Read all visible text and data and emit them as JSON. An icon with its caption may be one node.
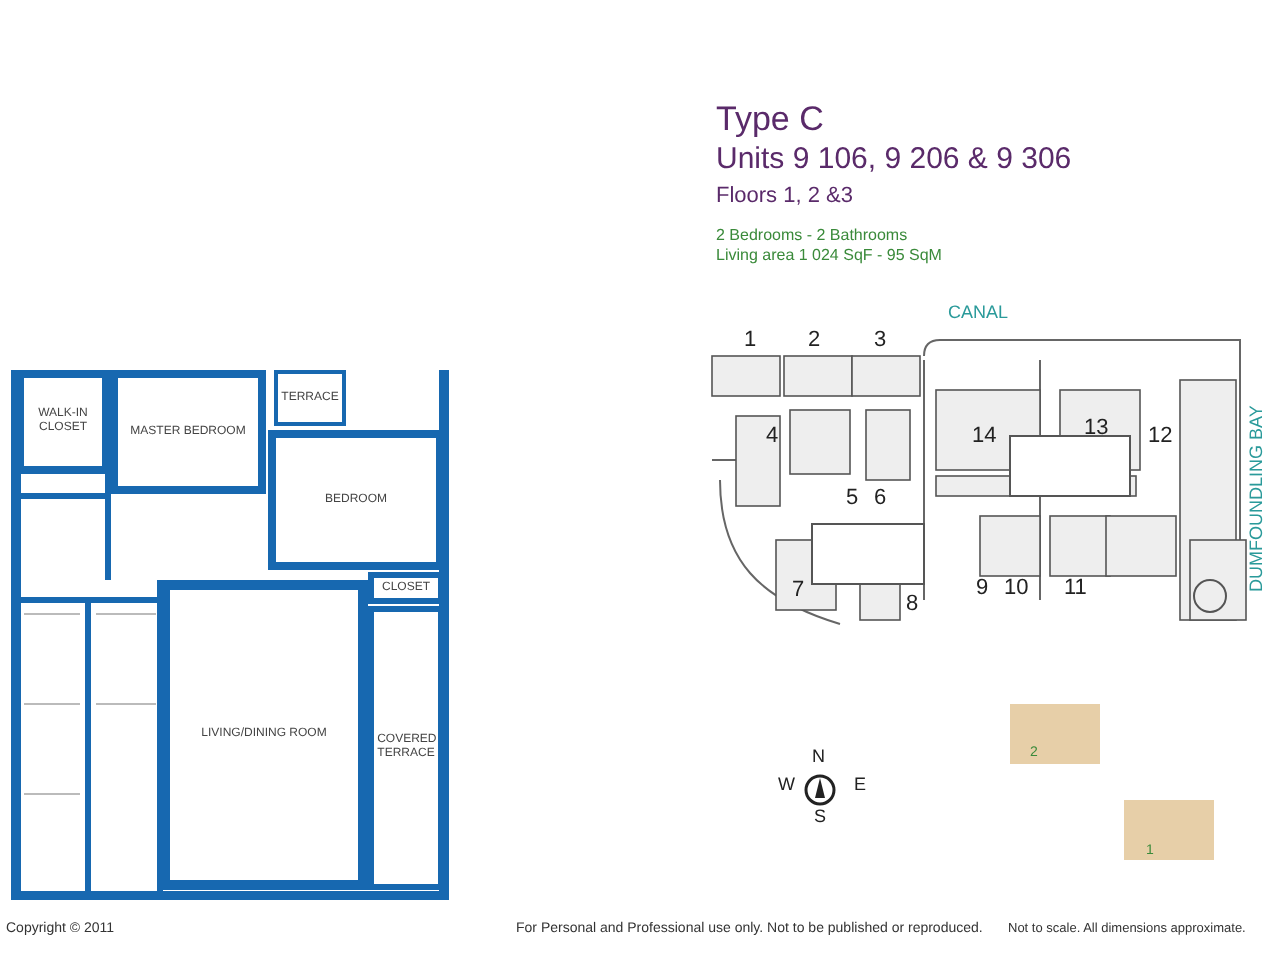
{
  "diagram": {
    "title": "Type C",
    "nodes": [
      {
        "text": [
          "WALK-IN CLOSET"
        ]
      },
      {
        "text": [
          "MASTER BEDROOM"
        ]
      },
      {
        "text": [
          "TERRACE"
        ]
      },
      {
        "text": [
          "BEDROOM"
        ]
      },
      {
        "text": [
          "CLOSET"
        ]
      },
      {
        "text": [
          "LIVING/DINING ROOM"
        ]
      },
      {
        "text": [
          "COVERED TERRACE"
        ]
      }
    ],
    "labels": [
      "Units 9 106, 9 206 & 9 306",
      "Floors 1, 2 &3",
      "2 Bedrooms - 2 Bathrooms",
      "Living area    1 024 SqF - 95 SqM",
      "CANAL",
      "DUMFOUNDLING BAY",
      "1",
      "2",
      "3",
      "4",
      "5",
      "6",
      "7",
      "8",
      "9",
      "10",
      "11",
      "12",
      "13",
      "14",
      "N",
      "W",
      "E",
      "S",
      "2",
      "1",
      "Copyright © 2011",
      "For Personal and Professional use only.  Not to be published or reproduced.",
      "Not to scale.  All dimensions approximate."
    ]
  }
}
